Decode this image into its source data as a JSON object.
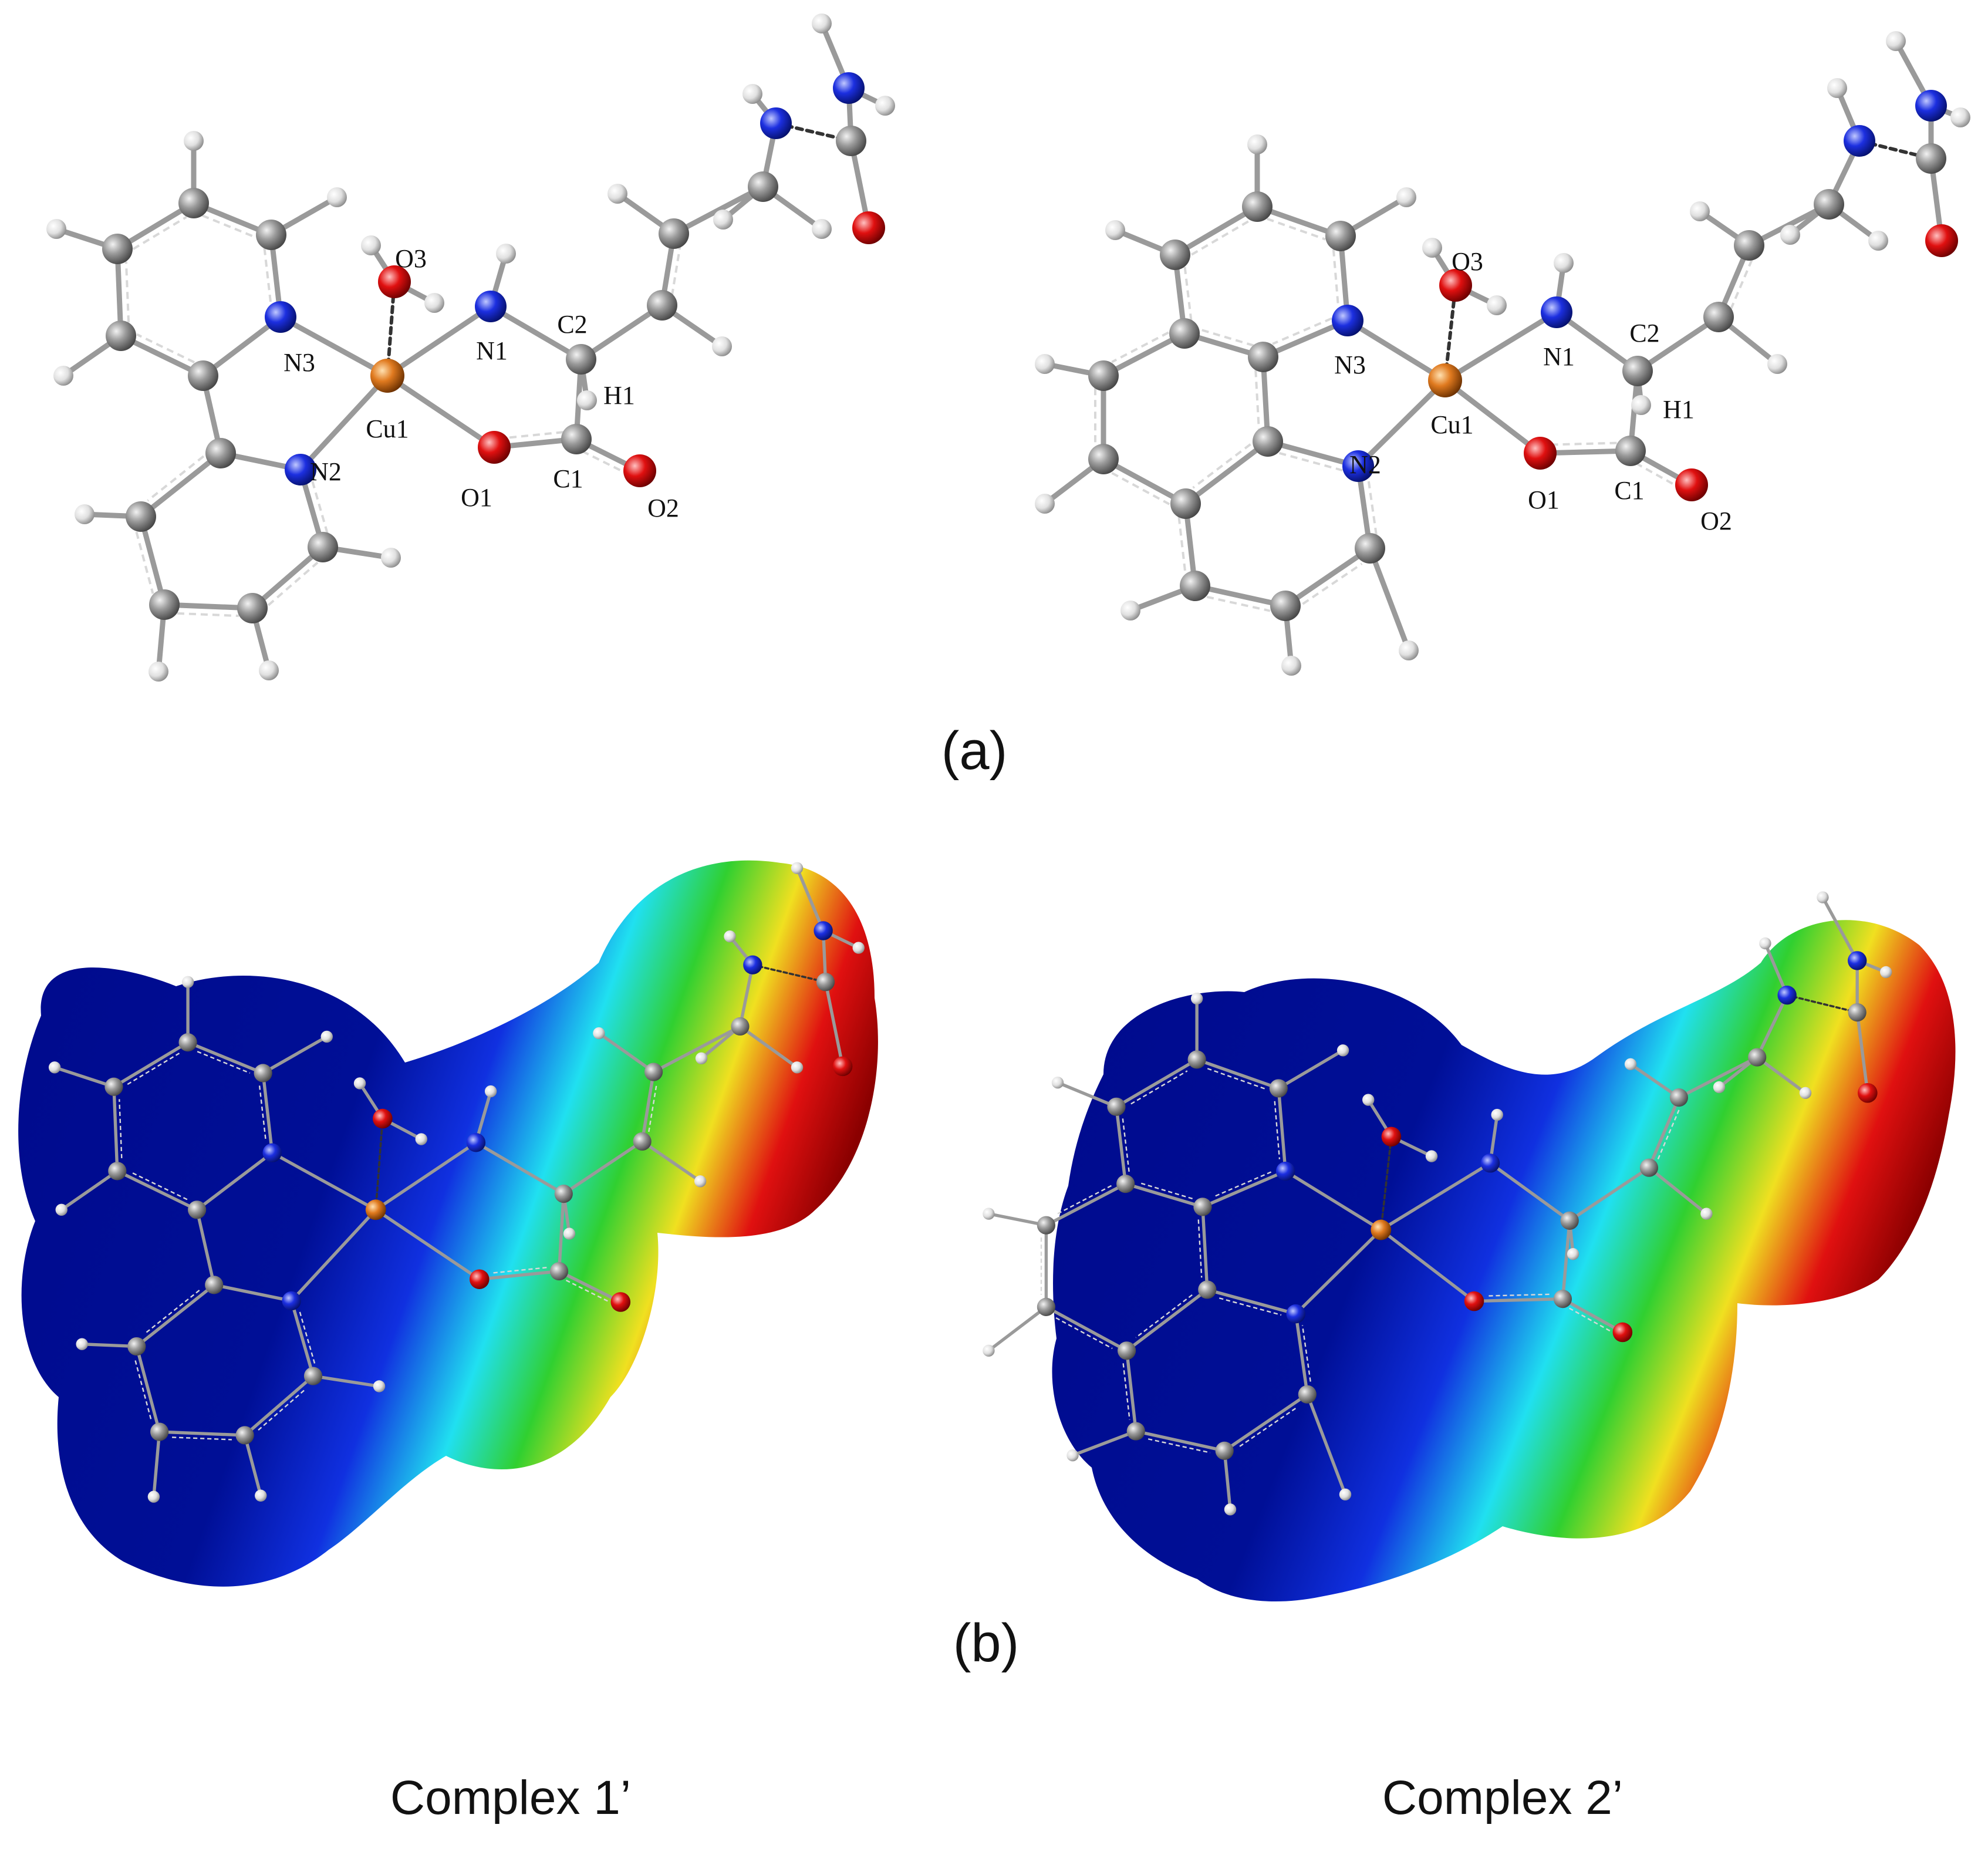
{
  "panels": {
    "a": {
      "label": "(a)"
    },
    "b": {
      "label": "(b)"
    }
  },
  "complexes": [
    {
      "name": "Complex 1’"
    },
    {
      "name": "Complex 2’"
    }
  ],
  "atom_labels": [
    "O3",
    "N1",
    "C2",
    "N3",
    "Cu1",
    "H1",
    "N2",
    "O1",
    "C1",
    "O2"
  ],
  "atom_colors": {
    "carbon": "#8c8c8c",
    "hydrogen": "#e6e6e6",
    "nitrogen": "#1c2fe0",
    "oxygen": "#e01010",
    "copper": "#e07a1f"
  },
  "esp_colors": [
    "#000a8c",
    "#1030e0",
    "#20e0f0",
    "#30d030",
    "#f0e020",
    "#e01010"
  ]
}
